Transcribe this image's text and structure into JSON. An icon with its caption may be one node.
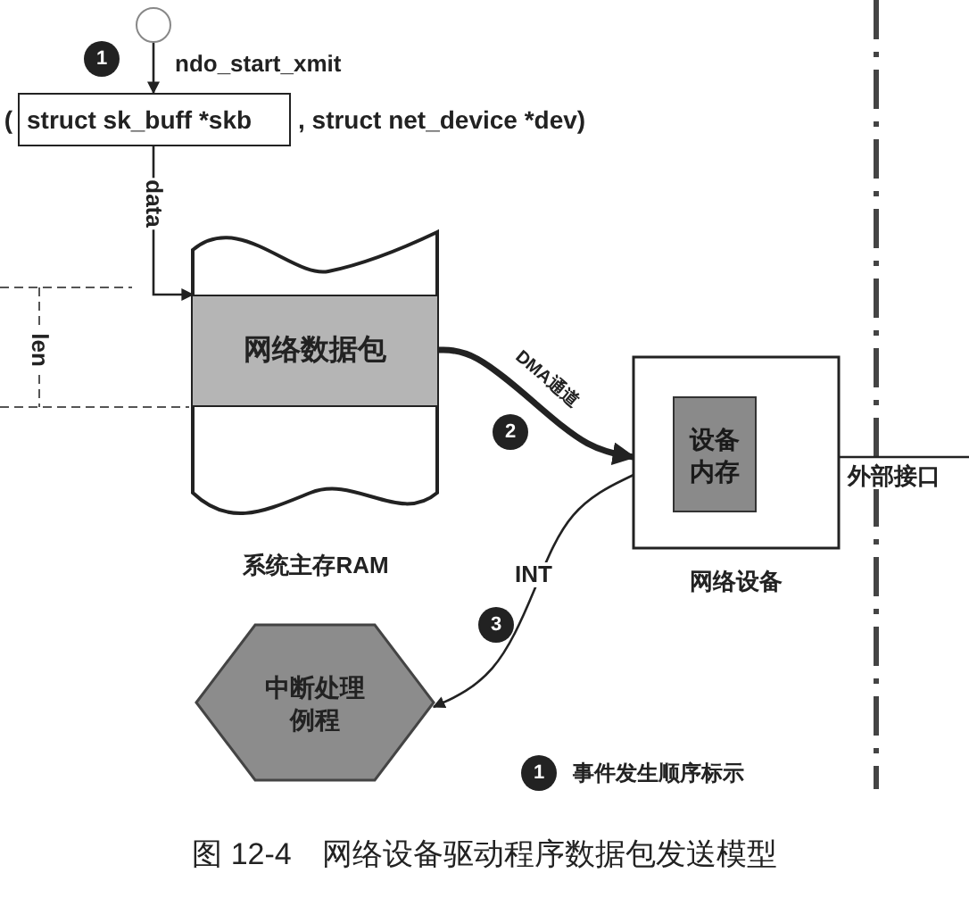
{
  "diagram": {
    "caption": "图 12-4　网络设备驱动程序数据包发送模型",
    "nodes": [
      {
        "text": [],
        "shape": "circle"
      },
      {
        "text": [
          "struct sk_buff *skb"
        ],
        "beside": [
          "(",
          ", struct net_device *dev)"
        ]
      },
      {
        "text": [
          "系统主存RAM"
        ]
      },
      {
        "text": [
          "网络数据包"
        ],
        "in": 2
      },
      {
        "text": [
          "网络设备"
        ]
      },
      {
        "text": [
          "设备内存"
        ],
        "in": 4
      },
      {
        "text": [
          "中断处理例程"
        ]
      }
    ],
    "edges": [
      {
        "from": 0,
        "to": 1,
        "arrow": "to",
        "label": "ndo_start_xmit"
      },
      {
        "from": 1,
        "to": 3,
        "arrow": "to",
        "label": "data"
      },
      {
        "from": 3,
        "to": 4,
        "arrow": "to",
        "label": "DMA通道",
        "style": "thick"
      },
      {
        "from": 4,
        "to": 6,
        "arrow": "to",
        "label": "INT"
      },
      {
        "from": 4,
        "to": null,
        "arrow": "none",
        "label": "外部接口"
      }
    ],
    "labels": [
      "1",
      "len",
      "2",
      "3",
      "1"
    ],
    "legend": [
      {
        "text": "事件发生顺序标示"
      }
    ]
  }
}
